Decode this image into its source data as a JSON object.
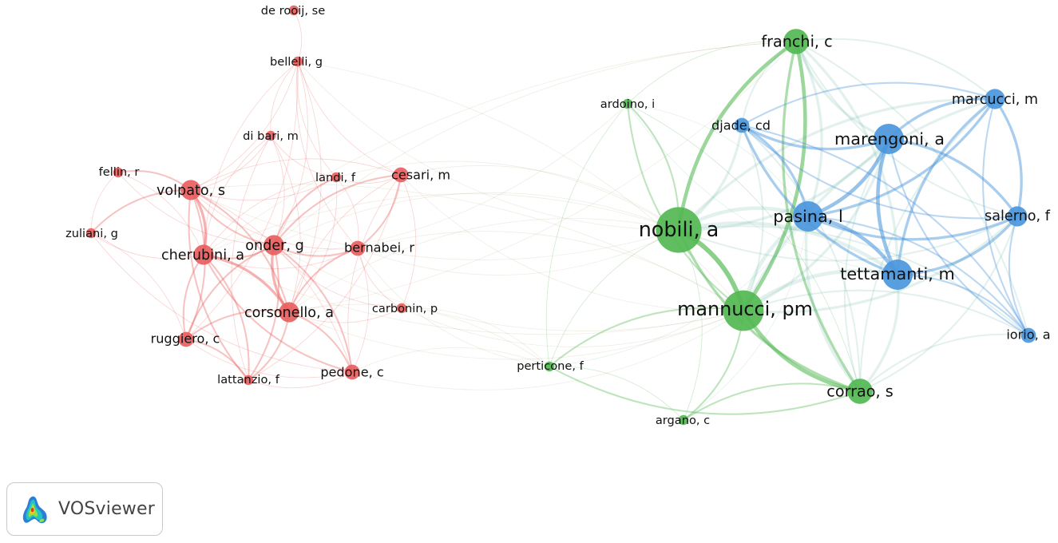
{
  "app": {
    "brand_name": "VOSviewer",
    "logo_icon": "vosviewer-density-logo-icon"
  },
  "colors": {
    "cluster1": "#e8605f",
    "cluster2": "#53b853",
    "cluster3": "#4b97dc",
    "background": "#ffffff"
  },
  "network": {
    "nodes": [
      {
        "id": "derooij",
        "label": "de rooij, se",
        "cluster": 1,
        "weight": 1
      },
      {
        "id": "bellelli",
        "label": "bellelli, g",
        "cluster": 1,
        "weight": 1
      },
      {
        "id": "dibari",
        "label": "di bari, m",
        "cluster": 1,
        "weight": 1
      },
      {
        "id": "fellin",
        "label": "fellin, r",
        "cluster": 1,
        "weight": 1
      },
      {
        "id": "volpato",
        "label": "volpato, s",
        "cluster": 1,
        "weight": 3
      },
      {
        "id": "landi",
        "label": "landi, f",
        "cluster": 1,
        "weight": 1
      },
      {
        "id": "cesari",
        "label": "cesari, m",
        "cluster": 1,
        "weight": 2
      },
      {
        "id": "zuliani",
        "label": "zuliani, g",
        "cluster": 1,
        "weight": 1
      },
      {
        "id": "onder",
        "label": "onder, g",
        "cluster": 1,
        "weight": 3
      },
      {
        "id": "bernabei",
        "label": "bernabei, r",
        "cluster": 1,
        "weight": 2
      },
      {
        "id": "cherubini",
        "label": "cherubini, a",
        "cluster": 1,
        "weight": 3
      },
      {
        "id": "corsonello",
        "label": "corsonello, a",
        "cluster": 1,
        "weight": 3
      },
      {
        "id": "carbonin",
        "label": "carbonin, p",
        "cluster": 1,
        "weight": 1
      },
      {
        "id": "ruggiero",
        "label": "ruggiero, c",
        "cluster": 1,
        "weight": 2
      },
      {
        "id": "pedone",
        "label": "pedone, c",
        "cluster": 1,
        "weight": 2
      },
      {
        "id": "lattanzio",
        "label": "lattanzio, f",
        "cluster": 1,
        "weight": 1
      },
      {
        "id": "franchi",
        "label": "franchi, c",
        "cluster": 2,
        "weight": 4
      },
      {
        "id": "ardoino",
        "label": "ardoino, i",
        "cluster": 2,
        "weight": 1
      },
      {
        "id": "nobili",
        "label": "nobili, a",
        "cluster": 2,
        "weight": 8
      },
      {
        "id": "mannucci",
        "label": "mannucci, pm",
        "cluster": 2,
        "weight": 7
      },
      {
        "id": "perticone",
        "label": "perticone, f",
        "cluster": 2,
        "weight": 1
      },
      {
        "id": "argano",
        "label": "argano, c",
        "cluster": 2,
        "weight": 1
      },
      {
        "id": "corrao",
        "label": "corrao, s",
        "cluster": 2,
        "weight": 4
      },
      {
        "id": "djade",
        "label": "djade, cd",
        "cluster": 3,
        "weight": 2
      },
      {
        "id": "marcucci",
        "label": "marcucci, m",
        "cluster": 3,
        "weight": 3
      },
      {
        "id": "marengoni",
        "label": "marengoni, a",
        "cluster": 3,
        "weight": 5
      },
      {
        "id": "pasina",
        "label": "pasina, l",
        "cluster": 3,
        "weight": 5
      },
      {
        "id": "salerno",
        "label": "salerno, f",
        "cluster": 3,
        "weight": 3
      },
      {
        "id": "tettamanti",
        "label": "tettamanti, m",
        "cluster": 3,
        "weight": 5
      },
      {
        "id": "iorio",
        "label": "iorio, a",
        "cluster": 3,
        "weight": 2
      }
    ],
    "links": [
      [
        "derooij",
        "bellelli",
        1
      ],
      [
        "bellelli",
        "dibari",
        1
      ],
      [
        "bellelli",
        "volpato",
        1
      ],
      [
        "bellelli",
        "landi",
        1
      ],
      [
        "bellelli",
        "onder",
        1
      ],
      [
        "bellelli",
        "cherubini",
        1
      ],
      [
        "bellelli",
        "corsonello",
        1
      ],
      [
        "bellelli",
        "bernabei",
        1
      ],
      [
        "bellelli",
        "ruggiero",
        1
      ],
      [
        "bellelli",
        "nobili",
        1
      ],
      [
        "bellelli",
        "mannucci",
        1
      ],
      [
        "bellelli",
        "cesari",
        1
      ],
      [
        "dibari",
        "volpato",
        1
      ],
      [
        "dibari",
        "landi",
        1
      ],
      [
        "dibari",
        "onder",
        1
      ],
      [
        "dibari",
        "cherubini",
        1
      ],
      [
        "dibari",
        "corsonello",
        1
      ],
      [
        "dibari",
        "lattanzio",
        1
      ],
      [
        "fellin",
        "volpato",
        2
      ],
      [
        "fellin",
        "zuliani",
        1
      ],
      [
        "fellin",
        "cherubini",
        1
      ],
      [
        "fellin",
        "onder",
        1
      ],
      [
        "zuliani",
        "volpato",
        2
      ],
      [
        "zuliani",
        "cherubini",
        1
      ],
      [
        "zuliani",
        "ruggiero",
        1
      ],
      [
        "zuliani",
        "pedone",
        1
      ],
      [
        "volpato",
        "cherubini",
        3
      ],
      [
        "volpato",
        "onder",
        2
      ],
      [
        "volpato",
        "corsonello",
        2
      ],
      [
        "volpato",
        "landi",
        1
      ],
      [
        "volpato",
        "cesari",
        1
      ],
      [
        "volpato",
        "bernabei",
        1
      ],
      [
        "volpato",
        "ruggiero",
        2
      ],
      [
        "volpato",
        "lattanzio",
        2
      ],
      [
        "volpato",
        "pedone",
        1
      ],
      [
        "volpato",
        "nobili",
        1
      ],
      [
        "volpato",
        "mannucci",
        1
      ],
      [
        "landi",
        "onder",
        2
      ],
      [
        "landi",
        "bernabei",
        1
      ],
      [
        "landi",
        "cesari",
        1
      ],
      [
        "landi",
        "corsonello",
        1
      ],
      [
        "landi",
        "cherubini",
        1
      ],
      [
        "landi",
        "nobili",
        1
      ],
      [
        "cesari",
        "onder",
        2
      ],
      [
        "cesari",
        "bernabei",
        2
      ],
      [
        "cesari",
        "corsonello",
        1
      ],
      [
        "cesari",
        "nobili",
        1
      ],
      [
        "cesari",
        "mannucci",
        1
      ],
      [
        "cesari",
        "carbonin",
        1
      ],
      [
        "cesari",
        "pedone",
        1
      ],
      [
        "cesari",
        "lattanzio",
        1
      ],
      [
        "onder",
        "bernabei",
        2
      ],
      [
        "onder",
        "cherubini",
        2
      ],
      [
        "onder",
        "corsonello",
        3
      ],
      [
        "onder",
        "pedone",
        2
      ],
      [
        "onder",
        "ruggiero",
        2
      ],
      [
        "onder",
        "lattanzio",
        2
      ],
      [
        "onder",
        "carbonin",
        1
      ],
      [
        "onder",
        "nobili",
        1
      ],
      [
        "onder",
        "mannucci",
        1
      ],
      [
        "onder",
        "franchi",
        1
      ],
      [
        "bernabei",
        "corsonello",
        2
      ],
      [
        "bernabei",
        "pedone",
        1
      ],
      [
        "bernabei",
        "carbonin",
        1
      ],
      [
        "bernabei",
        "cherubini",
        1
      ],
      [
        "bernabei",
        "nobili",
        1
      ],
      [
        "bernabei",
        "mannucci",
        1
      ],
      [
        "bernabei",
        "perticone",
        1
      ],
      [
        "cherubini",
        "corsonello",
        3
      ],
      [
        "cherubini",
        "ruggiero",
        2
      ],
      [
        "cherubini",
        "lattanzio",
        2
      ],
      [
        "cherubini",
        "pedone",
        2
      ],
      [
        "cherubini",
        "nobili",
        1
      ],
      [
        "cherubini",
        "mannucci",
        1
      ],
      [
        "cherubini",
        "franchi",
        1
      ],
      [
        "cherubini",
        "ardoino",
        1
      ],
      [
        "corsonello",
        "pedone",
        2
      ],
      [
        "corsonello",
        "ruggiero",
        2
      ],
      [
        "corsonello",
        "lattanzio",
        2
      ],
      [
        "corsonello",
        "carbonin",
        1
      ],
      [
        "corsonello",
        "nobili",
        1
      ],
      [
        "corsonello",
        "mannucci",
        1
      ],
      [
        "corsonello",
        "perticone",
        1
      ],
      [
        "corsonello",
        "franchi",
        1
      ],
      [
        "ruggiero",
        "lattanzio",
        2
      ],
      [
        "ruggiero",
        "pedone",
        1
      ],
      [
        "pedone",
        "lattanzio",
        1
      ],
      [
        "pedone",
        "mannucci",
        1
      ],
      [
        "pedone",
        "perticone",
        1
      ],
      [
        "carbonin",
        "mannucci",
        1
      ],
      [
        "carbonin",
        "perticone",
        1
      ],
      [
        "franchi",
        "nobili",
        4
      ],
      [
        "franchi",
        "mannucci",
        4
      ],
      [
        "franchi",
        "corrao",
        3
      ],
      [
        "franchi",
        "pasina",
        3
      ],
      [
        "franchi",
        "marengoni",
        3
      ],
      [
        "franchi",
        "tettamanti",
        3
      ],
      [
        "franchi",
        "djade",
        2
      ],
      [
        "franchi",
        "marcucci",
        2
      ],
      [
        "franchi",
        "salerno",
        2
      ],
      [
        "franchi",
        "iorio",
        2
      ],
      [
        "franchi",
        "ardoino",
        1
      ],
      [
        "ardoino",
        "nobili",
        2
      ],
      [
        "ardoino",
        "mannucci",
        2
      ],
      [
        "ardoino",
        "corrao",
        1
      ],
      [
        "ardoino",
        "perticone",
        1
      ],
      [
        "ardoino",
        "pasina",
        1
      ],
      [
        "ardoino",
        "tettamanti",
        1
      ],
      [
        "nobili",
        "mannucci",
        5
      ],
      [
        "nobili",
        "corrao",
        3
      ],
      [
        "nobili",
        "pasina",
        4
      ],
      [
        "nobili",
        "marengoni",
        3
      ],
      [
        "nobili",
        "tettamanti",
        4
      ],
      [
        "nobili",
        "djade",
        3
      ],
      [
        "nobili",
        "marcucci",
        3
      ],
      [
        "nobili",
        "salerno",
        2
      ],
      [
        "nobili",
        "iorio",
        2
      ],
      [
        "nobili",
        "perticone",
        1
      ],
      [
        "nobili",
        "argano",
        1
      ],
      [
        "mannucci",
        "corrao",
        4
      ],
      [
        "mannucci",
        "pasina",
        4
      ],
      [
        "mannucci",
        "marengoni",
        3
      ],
      [
        "mannucci",
        "tettamanti",
        4
      ],
      [
        "mannucci",
        "djade",
        2
      ],
      [
        "mannucci",
        "marcucci",
        3
      ],
      [
        "mannucci",
        "salerno",
        3
      ],
      [
        "mannucci",
        "iorio",
        2
      ],
      [
        "mannucci",
        "perticone",
        2
      ],
      [
        "mannucci",
        "argano",
        2
      ],
      [
        "perticone",
        "corrao",
        2
      ],
      [
        "perticone",
        "argano",
        1
      ],
      [
        "perticone",
        "pasina",
        1
      ],
      [
        "argano",
        "corrao",
        2
      ],
      [
        "argano",
        "pasina",
        1
      ],
      [
        "corrao",
        "pasina",
        3
      ],
      [
        "corrao",
        "tettamanti",
        3
      ],
      [
        "corrao",
        "marengoni",
        2
      ],
      [
        "corrao",
        "djade",
        2
      ],
      [
        "corrao",
        "marcucci",
        2
      ],
      [
        "corrao",
        "salerno",
        2
      ],
      [
        "corrao",
        "iorio",
        2
      ],
      [
        "djade",
        "marengoni",
        3
      ],
      [
        "djade",
        "pasina",
        3
      ],
      [
        "djade",
        "tettamanti",
        3
      ],
      [
        "djade",
        "marcucci",
        2
      ],
      [
        "djade",
        "salerno",
        2
      ],
      [
        "djade",
        "iorio",
        2
      ],
      [
        "marcucci",
        "marengoni",
        3
      ],
      [
        "marcucci",
        "pasina",
        3
      ],
      [
        "marcucci",
        "tettamanti",
        3
      ],
      [
        "marcucci",
        "salerno",
        3
      ],
      [
        "marcucci",
        "iorio",
        2
      ],
      [
        "marengoni",
        "pasina",
        4
      ],
      [
        "marengoni",
        "tettamanti",
        4
      ],
      [
        "marengoni",
        "salerno",
        3
      ],
      [
        "marengoni",
        "iorio",
        2
      ],
      [
        "pasina",
        "tettamanti",
        4
      ],
      [
        "pasina",
        "salerno",
        3
      ],
      [
        "pasina",
        "iorio",
        2
      ],
      [
        "tettamanti",
        "salerno",
        3
      ],
      [
        "tettamanti",
        "iorio",
        2
      ],
      [
        "salerno",
        "iorio",
        2
      ]
    ]
  }
}
